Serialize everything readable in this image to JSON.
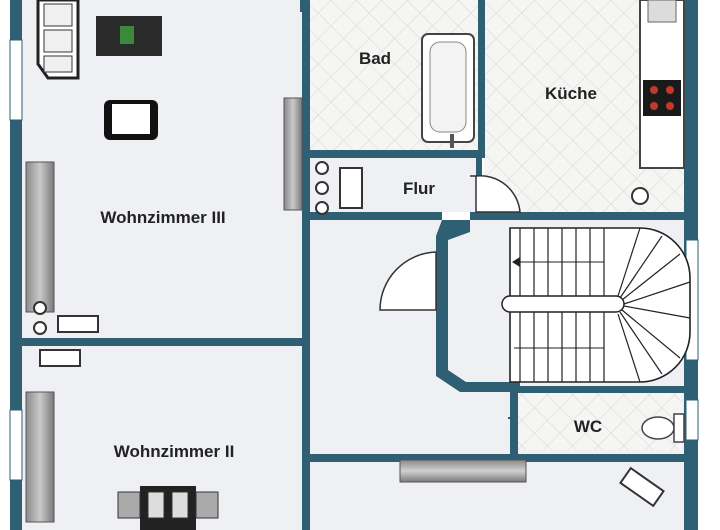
{
  "rooms": {
    "bad": "Bad",
    "kueche": "Küche",
    "flur": "Flur",
    "wohnzimmer_3": "Wohnzimmer III",
    "wohnzimmer_2": "Wohnzimmer II",
    "wc": "WC"
  },
  "colors": {
    "wall": "#2f5f73",
    "floor": "#eef0f4",
    "tile": "#f4f4f2",
    "tile_line": "#d8d8d8",
    "wall_inner": "#2f5f73"
  }
}
